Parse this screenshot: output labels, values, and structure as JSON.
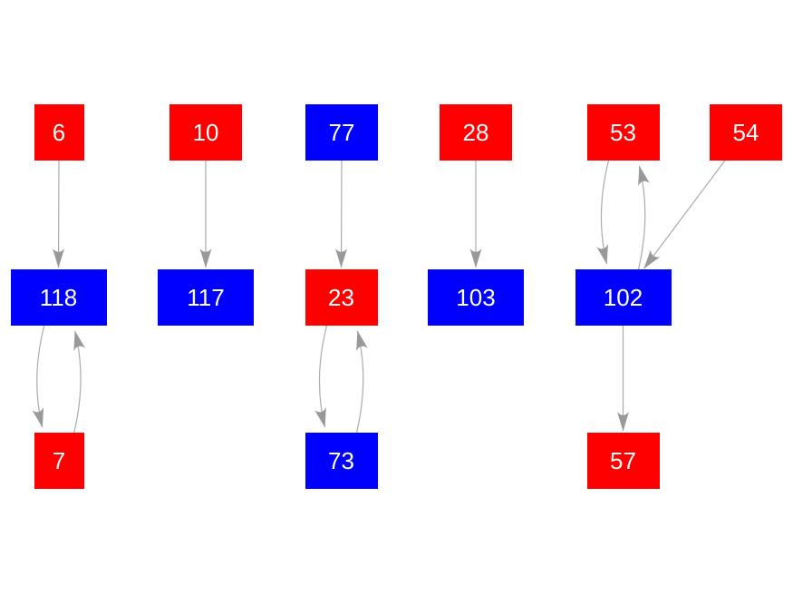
{
  "diagram": {
    "type": "directed-graph",
    "background": "#ffffff",
    "colors": {
      "red_node": "#fe0000",
      "blue_node": "#0000fe",
      "node_text": "#ffffff",
      "edge_line": "#ababab",
      "edge_arrow": "#999999"
    },
    "nodes": [
      {
        "id": "6",
        "label": "6",
        "color": "red",
        "row": 0,
        "col": 0
      },
      {
        "id": "10",
        "label": "10",
        "color": "red",
        "row": 0,
        "col": 1
      },
      {
        "id": "77",
        "label": "77",
        "color": "blue",
        "row": 0,
        "col": 2
      },
      {
        "id": "28",
        "label": "28",
        "color": "red",
        "row": 0,
        "col": 3
      },
      {
        "id": "53",
        "label": "53",
        "color": "red",
        "row": 0,
        "col": 4
      },
      {
        "id": "54",
        "label": "54",
        "color": "red",
        "row": 0,
        "col": 5
      },
      {
        "id": "118",
        "label": "118",
        "color": "blue",
        "row": 1,
        "col": 0
      },
      {
        "id": "117",
        "label": "117",
        "color": "blue",
        "row": 1,
        "col": 1
      },
      {
        "id": "23",
        "label": "23",
        "color": "red",
        "row": 1,
        "col": 2
      },
      {
        "id": "103",
        "label": "103",
        "color": "blue",
        "row": 1,
        "col": 3
      },
      {
        "id": "102",
        "label": "102",
        "color": "blue",
        "row": 1,
        "col": 4
      },
      {
        "id": "7",
        "label": "7",
        "color": "red",
        "row": 2,
        "col": 0
      },
      {
        "id": "73",
        "label": "73",
        "color": "blue",
        "row": 2,
        "col": 2
      },
      {
        "id": "57",
        "label": "57",
        "color": "red",
        "row": 2,
        "col": 4
      }
    ],
    "edges": [
      {
        "from": "6",
        "to": "118",
        "style": "straight"
      },
      {
        "from": "10",
        "to": "117",
        "style": "straight"
      },
      {
        "from": "77",
        "to": "23",
        "style": "straight"
      },
      {
        "from": "28",
        "to": "103",
        "style": "straight"
      },
      {
        "from": "53",
        "to": "102",
        "style": "curved"
      },
      {
        "from": "102",
        "to": "53",
        "style": "curved"
      },
      {
        "from": "54",
        "to": "102",
        "style": "straight"
      },
      {
        "from": "118",
        "to": "7",
        "style": "curved"
      },
      {
        "from": "7",
        "to": "118",
        "style": "curved"
      },
      {
        "from": "23",
        "to": "73",
        "style": "curved"
      },
      {
        "from": "73",
        "to": "23",
        "style": "curved"
      },
      {
        "from": "102",
        "to": "57",
        "style": "straight"
      }
    ]
  }
}
